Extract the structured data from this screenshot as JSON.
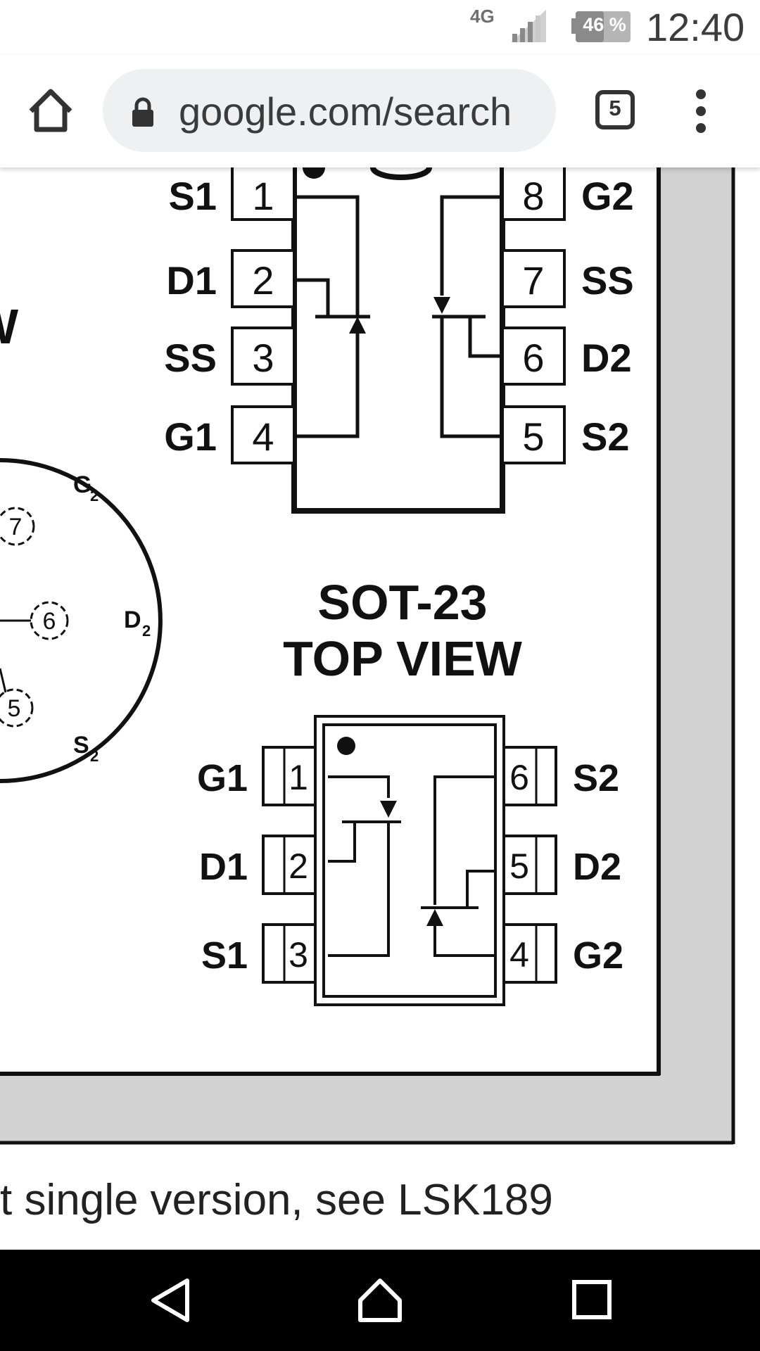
{
  "status_bar": {
    "network": "4G",
    "battery": "46 %",
    "time": "12:40"
  },
  "toolbar": {
    "url": "google.com/search",
    "tab_count": "5"
  },
  "diagram": {
    "soic": {
      "left_pins": [
        {
          "label": "S1",
          "number": "1"
        },
        {
          "label": "D1",
          "number": "2"
        },
        {
          "label": "SS",
          "number": "3"
        },
        {
          "label": "G1",
          "number": "4"
        }
      ],
      "right_pins": [
        {
          "label": "G2",
          "number": "8"
        },
        {
          "label": "SS",
          "number": "7"
        },
        {
          "label": "D2",
          "number": "6"
        },
        {
          "label": "S2",
          "number": "5"
        }
      ]
    },
    "partial_heading": "W",
    "to71": {
      "labels": [
        "G",
        "D",
        "S"
      ],
      "subscripts": [
        "2",
        "2",
        "2"
      ],
      "pins": [
        "7",
        "6",
        "5"
      ]
    },
    "sot23": {
      "title_line1": "SOT-23",
      "title_line2": "TOP VIEW",
      "left_pins": [
        {
          "label": "G1",
          "number": "1"
        },
        {
          "label": "D1",
          "number": "2"
        },
        {
          "label": "S1",
          "number": "3"
        }
      ],
      "right_pins": [
        {
          "label": "S2",
          "number": "6"
        },
        {
          "label": "D2",
          "number": "5"
        },
        {
          "label": "G2",
          "number": "4"
        }
      ]
    }
  },
  "caption": "t single version, see LSK189"
}
